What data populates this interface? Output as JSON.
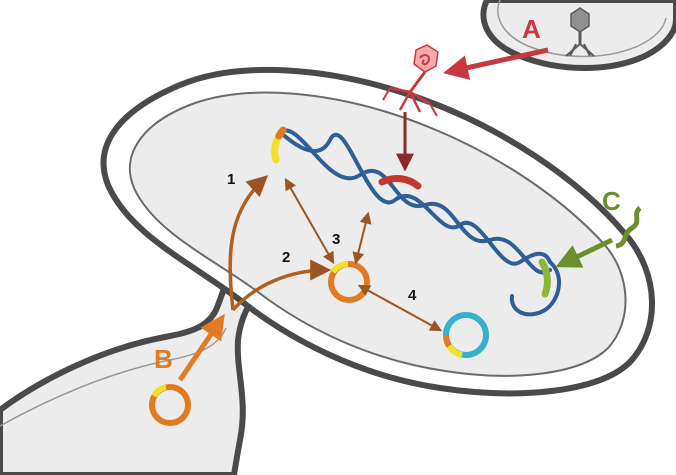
{
  "labels": {
    "a": "A",
    "b": "B",
    "c": "C",
    "step1": "1",
    "step2": "2",
    "step3": "3",
    "step4": "4"
  },
  "colors": {
    "a_red": "#c8393f",
    "b_orange": "#e27a22",
    "c_green": "#6c8f2e",
    "arrow_brown": "#9a5523",
    "dna_blue": "#2f5f97",
    "plasmid_yellow": "#f1e12a",
    "plasmid_cyan": "#38b1cf",
    "insert_red": "#c0392b",
    "insert_green": "#8cb83a",
    "cell_fill": "#ececec",
    "cell_wall": "#4a4a4a"
  },
  "icons": {
    "phage_bound": "bacteriophage-icon",
    "phage_free": "bacteriophage-icon",
    "dna_fragment": "dna-fragment-icon",
    "plasmid": "plasmid-ring-icon"
  }
}
